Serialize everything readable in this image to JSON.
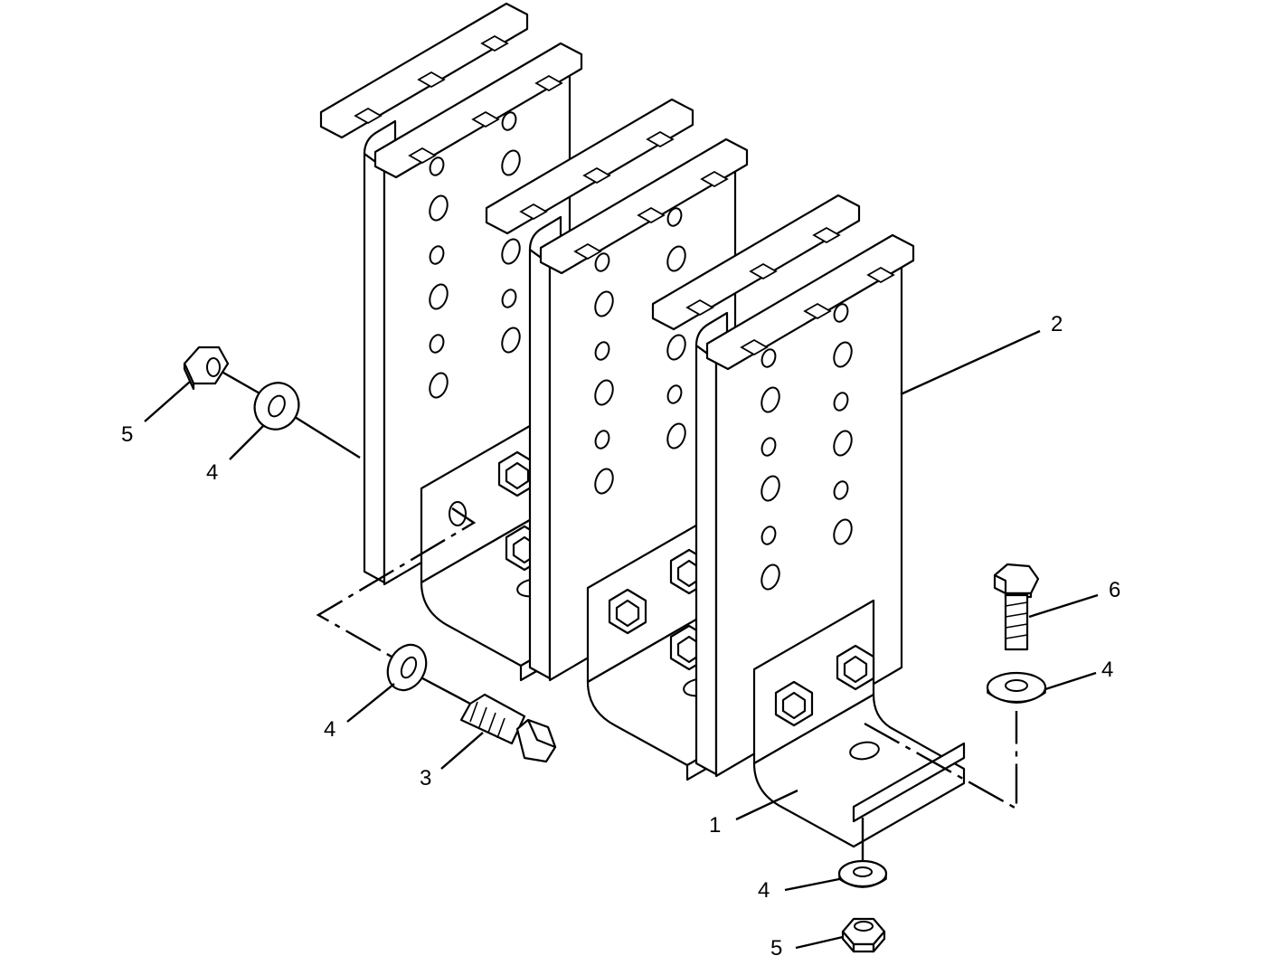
{
  "callouts": [
    {
      "id": "c-2",
      "label": "2"
    },
    {
      "id": "c-5-top",
      "label": "5"
    },
    {
      "id": "c-4-top",
      "label": "4"
    },
    {
      "id": "c-6",
      "label": "6"
    },
    {
      "id": "c-4-right",
      "label": "4"
    },
    {
      "id": "c-4-left",
      "label": "4"
    },
    {
      "id": "c-3",
      "label": "3"
    },
    {
      "id": "c-1",
      "label": "1"
    },
    {
      "id": "c-4-bottom",
      "label": "4"
    },
    {
      "id": "c-5-bottom",
      "label": "5"
    }
  ]
}
